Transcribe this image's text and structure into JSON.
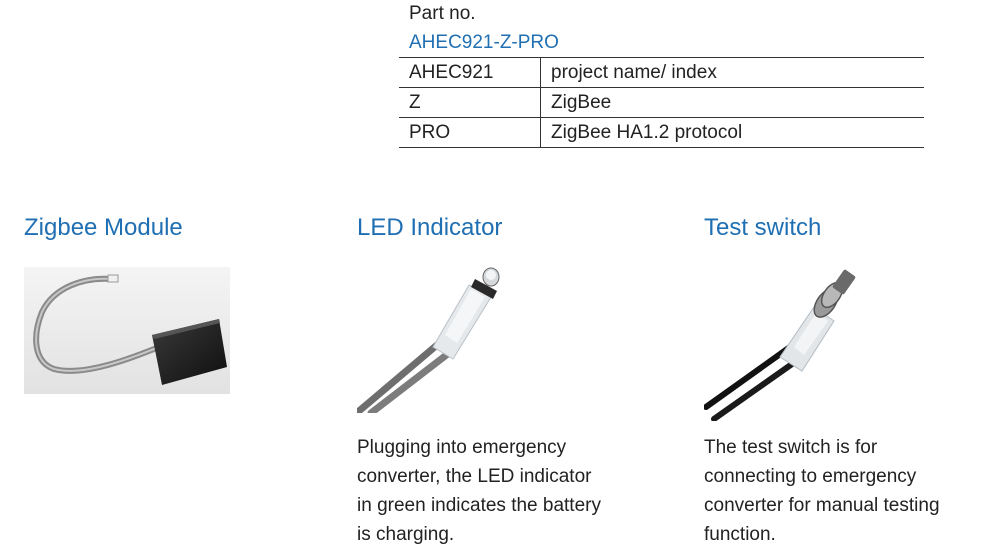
{
  "part_number": {
    "label": "Part no.",
    "code": "AHEC921-Z-PRO",
    "rows": [
      {
        "code": "AHEC921",
        "meaning": "project name/ index"
      },
      {
        "code": "Z",
        "meaning": "ZigBee"
      },
      {
        "code": "PRO",
        "meaning": "ZigBee HA1.2 protocol"
      }
    ]
  },
  "sections": {
    "zigbee": {
      "title": "Zigbee Module",
      "image": "zigbee-module-photo"
    },
    "led": {
      "title": "LED Indicator",
      "image": "led-indicator-photo",
      "desc_lines": [
        "Plugging into emergency",
        "converter, the LED indicator",
        "in green indicates the battery",
        "is charging."
      ]
    },
    "test": {
      "title": "Test switch",
      "image": "test-switch-photo",
      "desc_lines": [
        "The test switch is for",
        "connecting to emergency",
        "converter for manual testing",
        "function."
      ]
    }
  },
  "colors": {
    "heading": "#1f6fb2",
    "text": "#222222",
    "rule": "#333333"
  }
}
